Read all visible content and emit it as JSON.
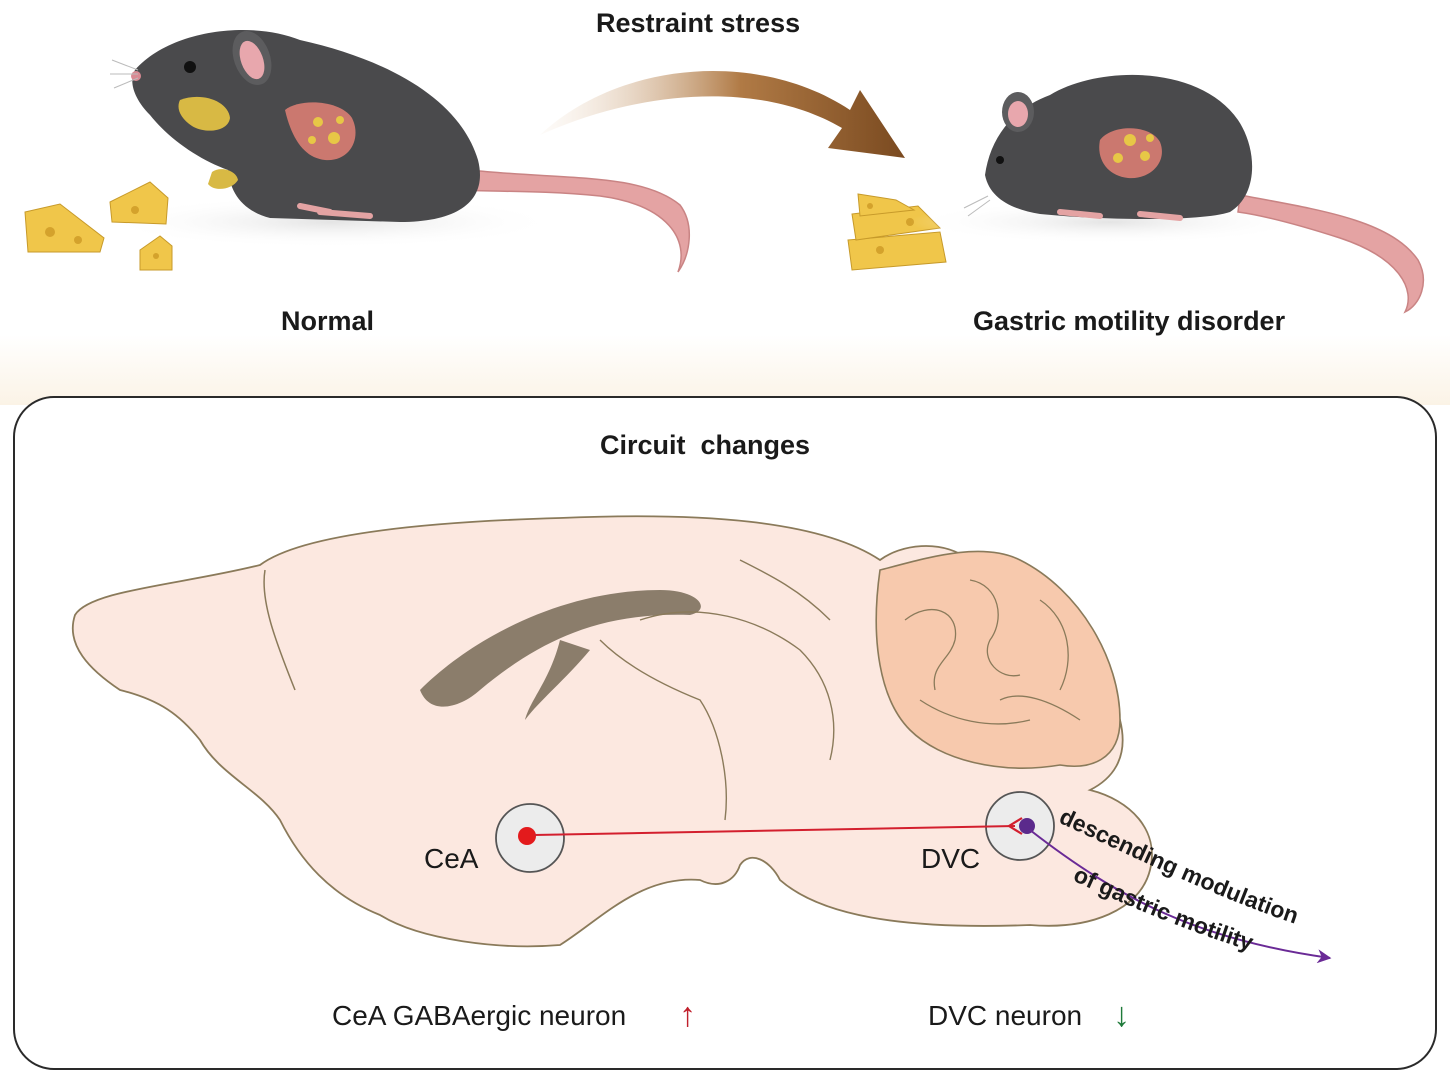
{
  "top": {
    "stress_label": "Restraint stress",
    "normal_label": "Normal",
    "disorder_label": "Gastric motility disorder"
  },
  "panel": {
    "title": "Circuit  changes",
    "regions": {
      "cea": "CeA",
      "dvc": "DVC"
    },
    "pathway_line1": "descending modulation",
    "pathway_line2": "of gastric motility",
    "legend": {
      "cea_neuron": "CeA GABAergic neuron",
      "cea_arrow": "↑",
      "dvc_neuron": "DVC neuron",
      "dvc_arrow": "↓"
    }
  },
  "colors": {
    "mouse_body": "#4a4a4c",
    "tail": "#e4a3a3",
    "cheese": "#f0c64a",
    "stress_arrow": "#8b5a2b",
    "brain_fill": "#fce8e0",
    "cerebellum": "#f7c9ad",
    "ventricle": "#8b7d6b",
    "cea_dot": "#e31a1c",
    "dvc_dot": "#5b2a8c",
    "projection": "#d31f2e",
    "pathway": "#6a2a96",
    "up_arrow": "#c0202c",
    "down_arrow": "#1f7a3a"
  }
}
